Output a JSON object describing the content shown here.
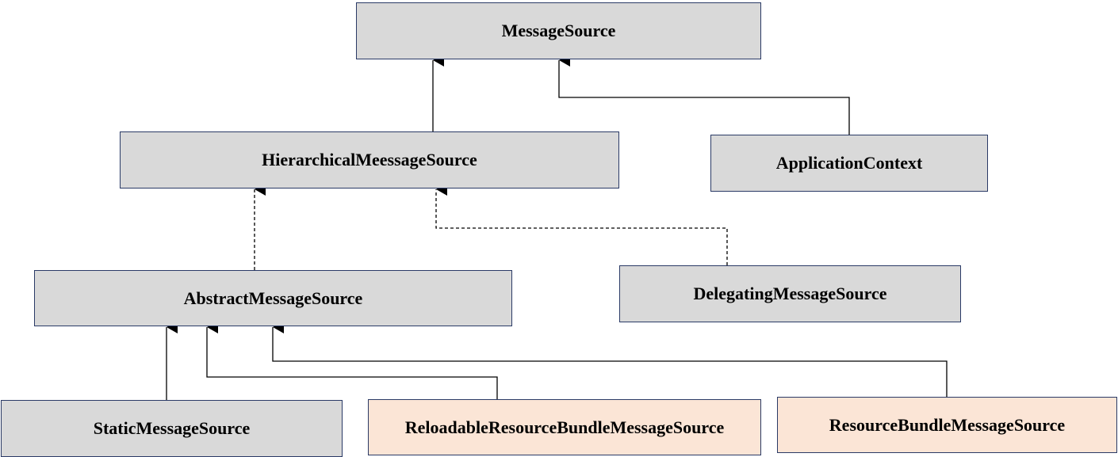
{
  "diagram": {
    "colors": {
      "default_fill": "#d9d9d9",
      "highlight_fill": "#fbe5d6",
      "border": "#2a3a66",
      "line": "#000000"
    },
    "nodes": [
      {
        "id": "message-source",
        "label": "MessageSource",
        "fill": "default"
      },
      {
        "id": "hierarchical-message-source",
        "label": "HierarchicalMeessageSource",
        "fill": "default"
      },
      {
        "id": "application-context",
        "label": "ApplicationContext",
        "fill": "default"
      },
      {
        "id": "abstract-message-source",
        "label": "AbstractMessageSource",
        "fill": "default"
      },
      {
        "id": "delegating-message-source",
        "label": "DelegatingMessageSource",
        "fill": "default"
      },
      {
        "id": "static-message-source",
        "label": "StaticMessageSource",
        "fill": "default"
      },
      {
        "id": "reloadable-resource-bundle-message-source",
        "label": "ReloadableResourceBundleMessageSource",
        "fill": "highlight"
      },
      {
        "id": "resource-bundle-message-source",
        "label": "ResourceBundleMessageSource",
        "fill": "highlight"
      }
    ],
    "edges": [
      {
        "from": "hierarchical-message-source",
        "to": "message-source",
        "style": "solid"
      },
      {
        "from": "application-context",
        "to": "message-source",
        "style": "solid"
      },
      {
        "from": "abstract-message-source",
        "to": "hierarchical-message-source",
        "style": "dashed"
      },
      {
        "from": "delegating-message-source",
        "to": "hierarchical-message-source",
        "style": "dashed"
      },
      {
        "from": "static-message-source",
        "to": "abstract-message-source",
        "style": "solid"
      },
      {
        "from": "reloadable-resource-bundle-message-source",
        "to": "abstract-message-source",
        "style": "solid"
      },
      {
        "from": "resource-bundle-message-source",
        "to": "abstract-message-source",
        "style": "solid"
      }
    ]
  }
}
